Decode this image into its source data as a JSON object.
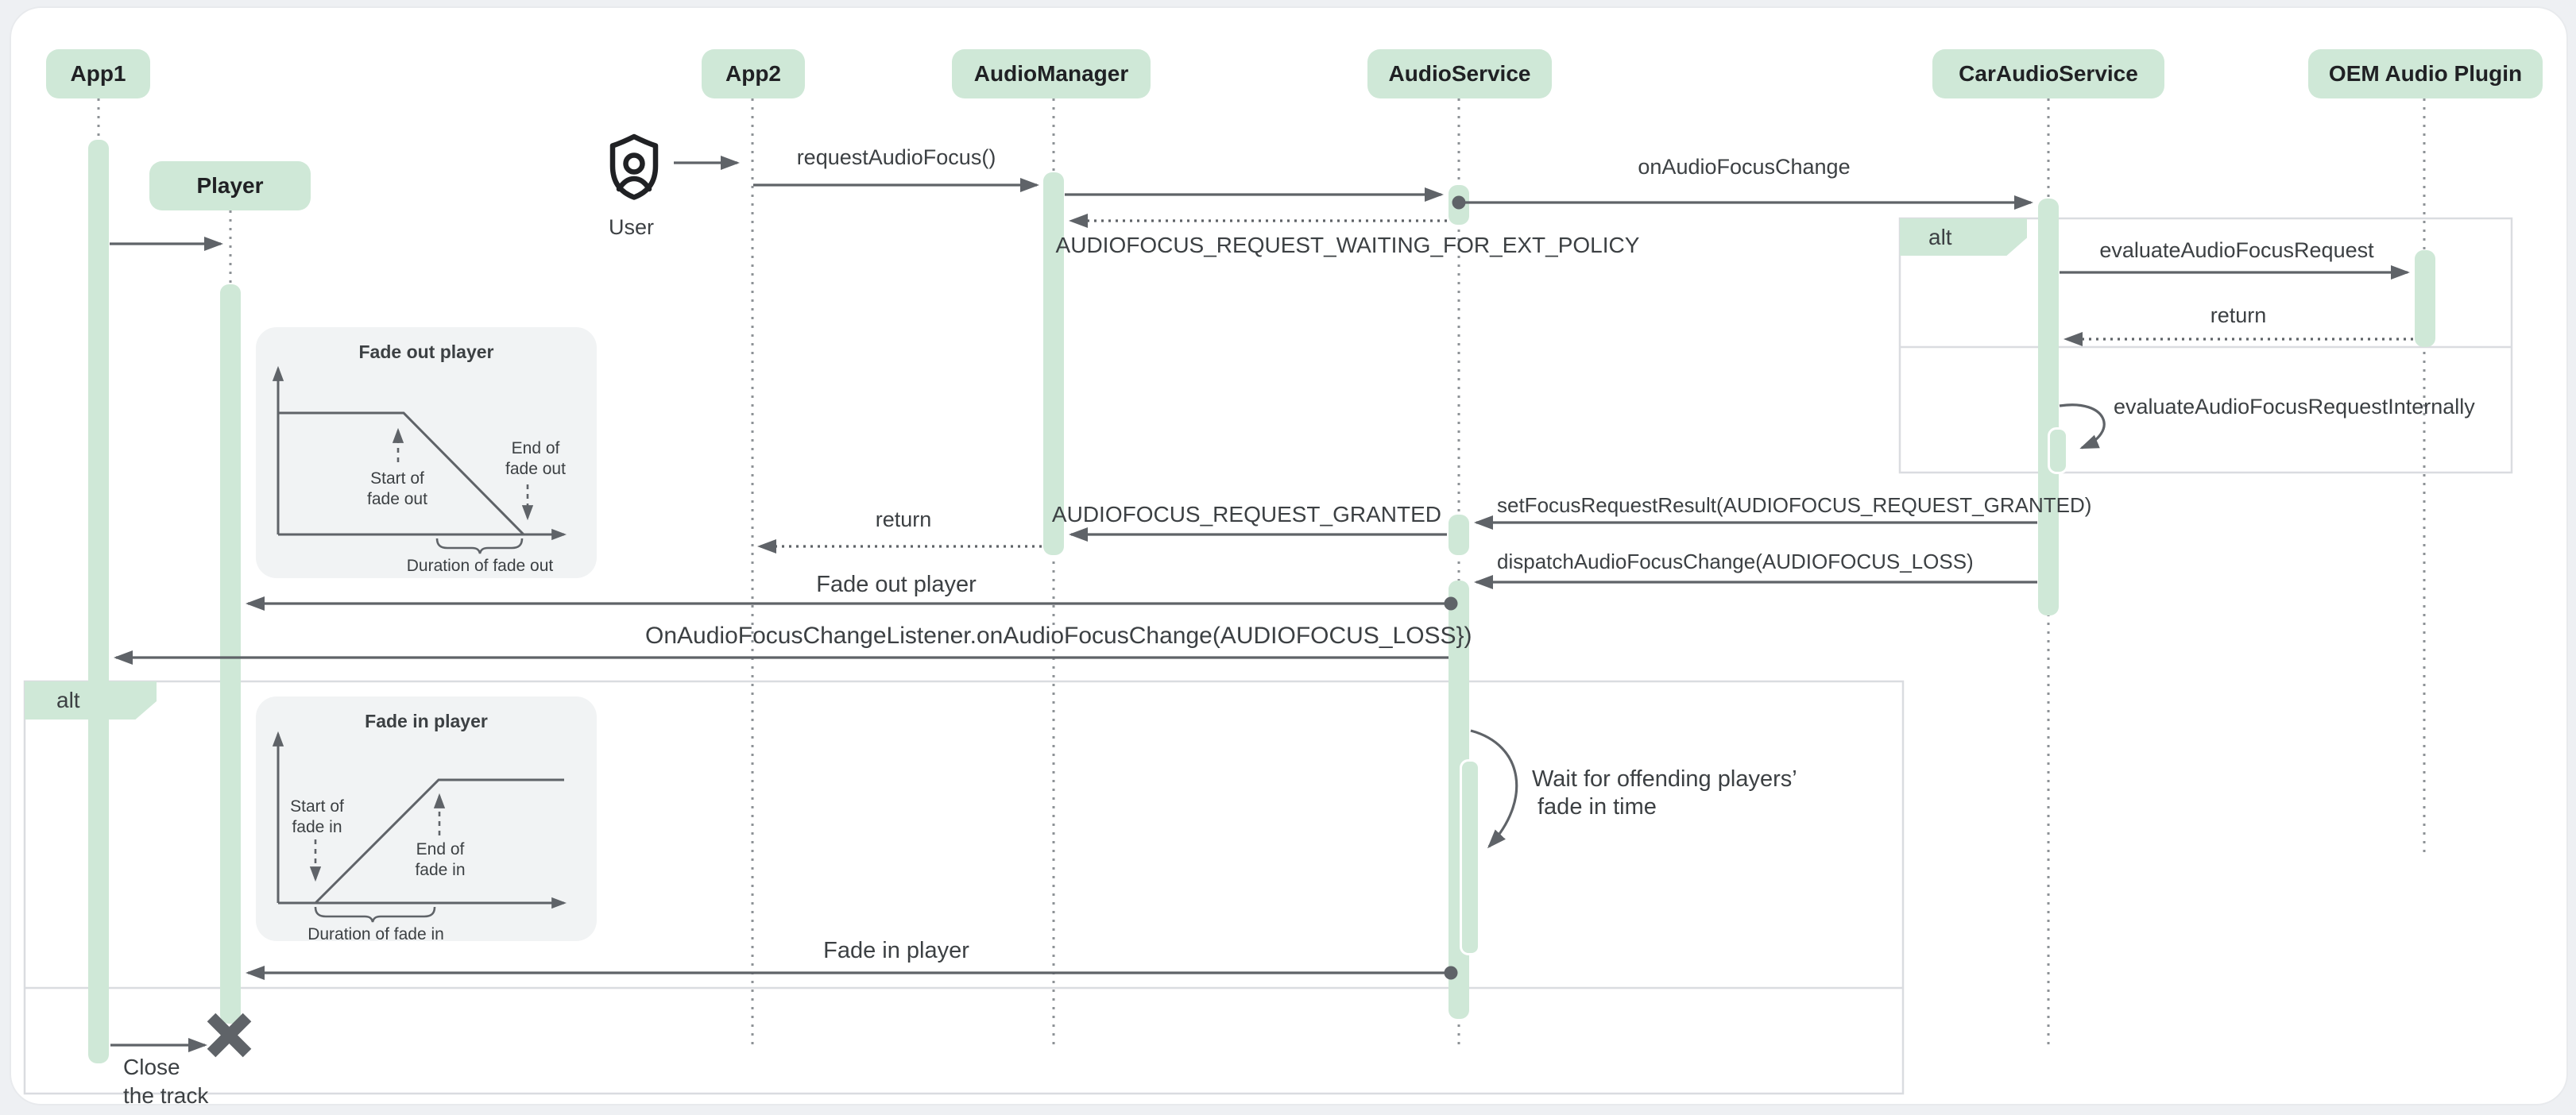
{
  "diagram": {
    "participants": [
      {
        "label": "App1"
      },
      {
        "label": "App2"
      },
      {
        "label": "AudioManager"
      },
      {
        "label": "AudioService"
      },
      {
        "label": "CarAudioService"
      },
      {
        "label": "OEM Audio Plugin"
      }
    ],
    "player_label": "Player",
    "user_label": "User",
    "fragment_right_label": "alt",
    "fragment_left_label": "alt",
    "messages": {
      "request_audio_focus": "requestAudioFocus()",
      "on_audio_focus_change": "onAudioFocusChange",
      "request_waiting": "AUDIOFOCUS_REQUEST_WAITING_FOR_EXT_POLICY",
      "evaluate_request": "evaluateAudioFocusRequest",
      "evaluate_return": "return",
      "evaluate_internally": "evaluateAudioFocusRequestInternally",
      "set_focus_result": "setFocusRequestResult(AUDIOFOCUS_REQUEST_GRANTED)",
      "request_granted": "AUDIOFOCUS_REQUEST_GRANTED",
      "manager_return": "return",
      "dispatch_loss": "dispatchAudioFocusChange(AUDIOFOCUS_LOSS)",
      "fade_out_player": "Fade out player",
      "listener_callback": "OnAudioFocusChangeListener.onAudioFocusChange(AUDIOFOCUS_LOSS})",
      "wait_line1": "Wait for offending players’",
      "wait_line2": "fade in time",
      "fade_in_player": "Fade in player",
      "close_line1": "Close",
      "close_line2": "the track"
    },
    "insets": {
      "fade_out": {
        "title": "Fade out player",
        "start_line1": "Start of",
        "start_line2": "fade out",
        "end_line1": "End of",
        "end_line2": "fade out",
        "duration": "Duration of fade out"
      },
      "fade_in": {
        "title": "Fade in player",
        "start_line1": "Start of",
        "start_line2": "fade in",
        "end_line1": "End of",
        "end_line2": "fade in",
        "duration": "Duration of fade in"
      }
    },
    "colors": {
      "accent_green": "#cfe8d7",
      "arrow_gray": "#5f6368",
      "text_dark": "#3c4043",
      "inset_bg": "#f1f3f4",
      "frame_border": "#dadce0"
    }
  }
}
